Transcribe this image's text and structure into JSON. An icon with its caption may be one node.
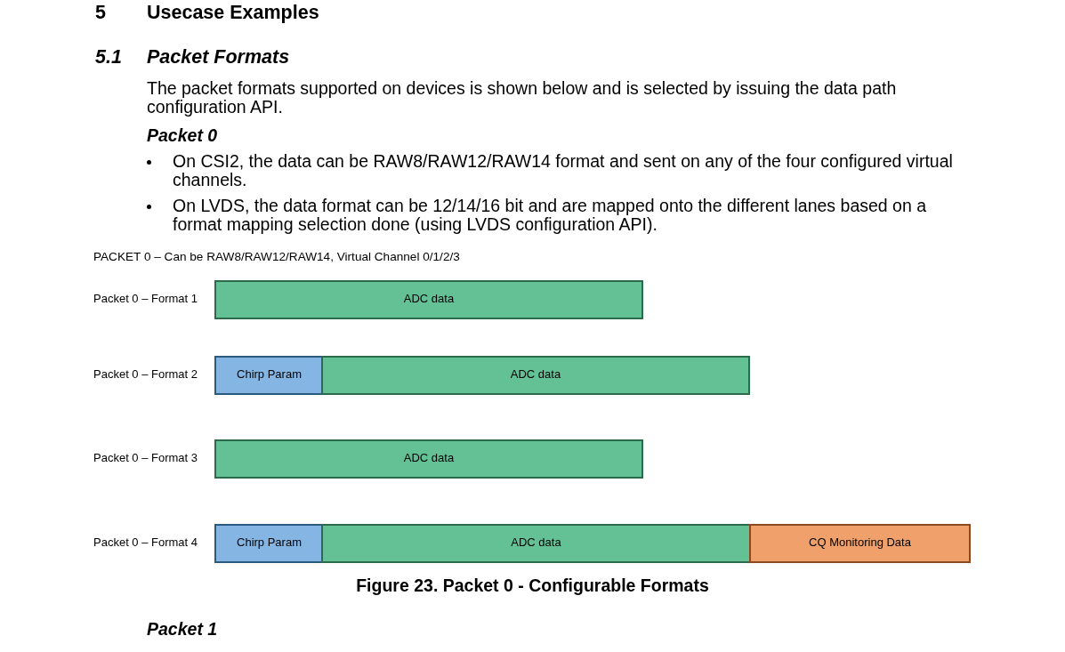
{
  "diagram": {
    "caption": "Figure 23. Packet 0 - Configurable Formats",
    "nodes": [
      {
        "text": [
          "ADC data"
        ],
        "beside": [
          "Packet 0 – Format 1"
        ]
      },
      {
        "text": [
          "Chirp Param"
        ],
        "beside": [
          "Packet 0 – Format 2"
        ]
      },
      {
        "text": [
          "ADC data"
        ]
      },
      {
        "text": [
          "ADC data"
        ],
        "beside": [
          "Packet 0 – Format 3"
        ]
      },
      {
        "text": [
          "Chirp Param"
        ],
        "beside": [
          "Packet 0 – Format 4"
        ]
      },
      {
        "text": [
          "ADC data"
        ]
      },
      {
        "text": [
          "CQ Monitoring Data"
        ]
      }
    ],
    "labels": [
      "5",
      "Usecase Examples",
      "5.1",
      "Packet Formats",
      "The packet formats supported on devices is shown below and is selected by issuing the data path configuration API.",
      "Packet 0",
      "On CSI2, the data can be RAW8/RAW12/RAW14 format and sent on any of the four configured virtual channels.",
      "On LVDS, the data format can be 12/14/16 bit and are mapped onto the different lanes based on a format mapping selection done (using LVDS configuration API).",
      "PACKET 0 – Can be RAW8/RAW12/RAW14, Virtual Channel 0/1/2/3",
      "Packet 1"
    ]
  }
}
